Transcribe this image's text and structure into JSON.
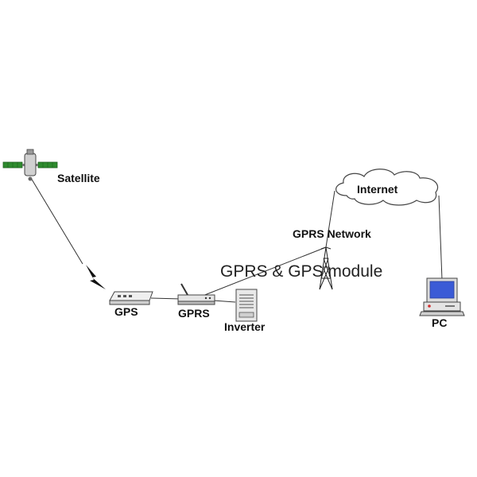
{
  "labels": {
    "satellite": "Satellite",
    "internet": "Internet",
    "gprs_network": "GPRS Network",
    "gps": "GPS",
    "gprs": "GPRS",
    "inverter": "Inverter",
    "pc": "PC",
    "module_caption": "GPRS & GPS module"
  },
  "colors": {
    "line": "#333333",
    "satellite_panel": "#2e8b2e",
    "pc_screen": "#3b5bd6",
    "device_body": "#e6e6e6",
    "led_red": "#d23030"
  },
  "icons": [
    "satellite-icon",
    "lightning-icon",
    "gps-device-icon",
    "gprs-modem-icon",
    "inverter-icon",
    "tower-icon",
    "cloud-icon",
    "pc-icon"
  ]
}
